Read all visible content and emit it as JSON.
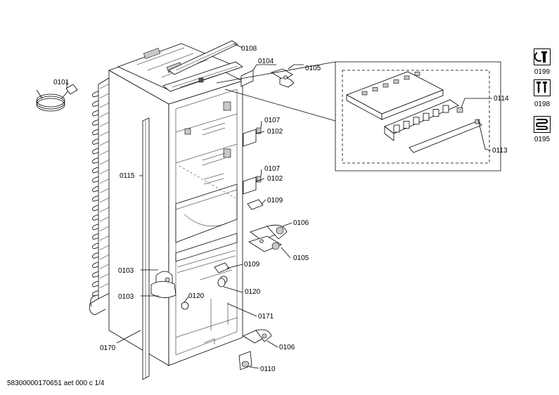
{
  "labels": {
    "p0101": "0101",
    "p0102a": "0102",
    "p0102b": "0102",
    "p0103a": "0103",
    "p0103b": "0103",
    "p0104": "0104",
    "p0105a": "0105",
    "p0105b": "0105",
    "p0106a": "0106",
    "p0106b": "0106",
    "p0107a": "0107",
    "p0107b": "0107",
    "p0108": "0108",
    "p0109a": "0109",
    "p0109b": "0109",
    "p0110": "0110",
    "p0113": "0113",
    "p0114": "0114",
    "p0115": "0115",
    "p0120a": "0120",
    "p0120b": "0120",
    "p0170": "0170",
    "p0171": "0171"
  },
  "service_icons": [
    {
      "name": "wrench-icon",
      "caption": "0199"
    },
    {
      "name": "screws-icon",
      "caption": "0198"
    },
    {
      "name": "coil-icon",
      "caption": "0195"
    }
  ],
  "footer": "58300000170651 aet 000 c 1/4"
}
